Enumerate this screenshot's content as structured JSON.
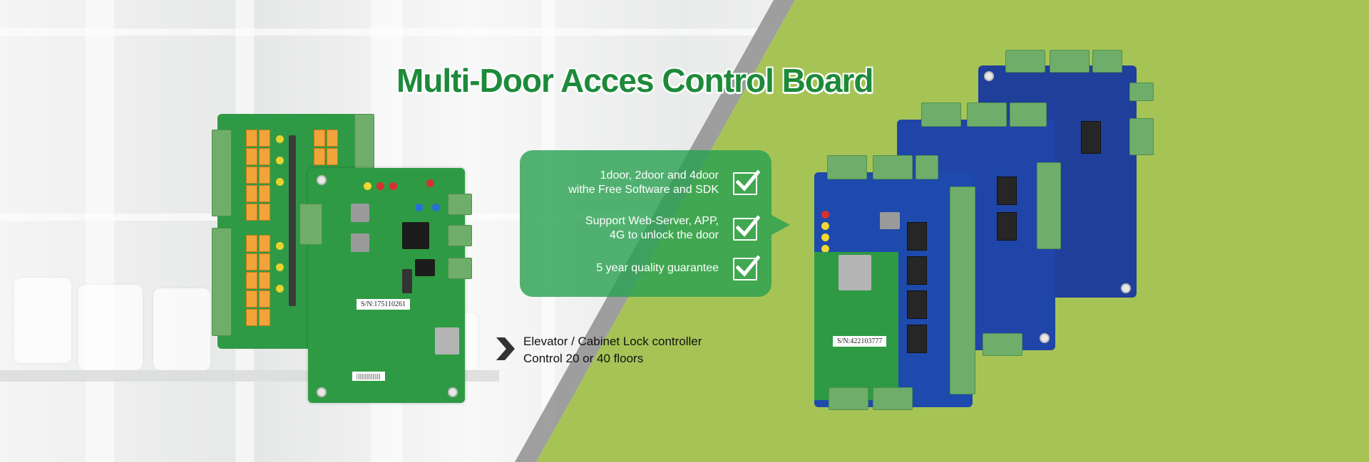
{
  "banner": {
    "title": "Multi-Door Acces Control Board",
    "features": [
      {
        "line1": "1door, 2door and 4door",
        "line2": "withe Free Software and SDK"
      },
      {
        "line1": "Support Web-Server, APP,",
        "line2": "4G to unlock the door"
      },
      {
        "line1": "5 year quality guarantee",
        "line2": ""
      }
    ],
    "elevator": {
      "line1": "Elevator / Cabinet Lock controller",
      "line2": "Control 20 or 40 floors"
    },
    "serials": {
      "left_board": "S/N:175110261",
      "right_board": "S/N:422103777"
    },
    "colors": {
      "title_green": "#1d8a3a",
      "panel_green": "#a6c456",
      "feature_box": "#28a050",
      "pcb_green": "#2f9a45",
      "pcb_blue": "#1f3f9a"
    },
    "icons": {
      "check": "check-icon",
      "arrow": "chevron-right-icon"
    }
  }
}
